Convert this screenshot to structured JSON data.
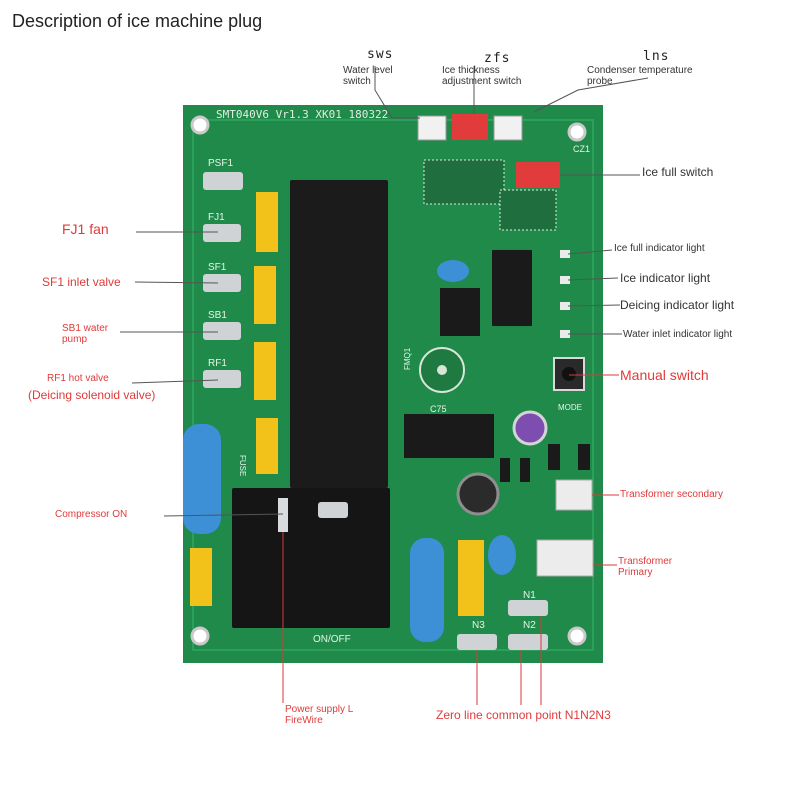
{
  "title": "Description of ice machine plug",
  "board_marking": "SMT040V6 Vr1.3 XK01 180322",
  "labels": {
    "sws_code": "sws",
    "sws_desc": "Water level switch",
    "zfs_code": "zfs",
    "zfs_desc": "Ice thickness adjustment switch",
    "lns_code": "lns",
    "lns_desc": "Condenser temperature probe",
    "ice_full_switch": "Ice full switch",
    "fj1": "FJ1 fan",
    "sf1": "SF1 inlet valve",
    "sb1": "SB1 water pump",
    "rf1_a": "RF1 hot valve",
    "rf1_b": "(Deicing solenoid valve)",
    "ice_full_light": "Ice full indicator light",
    "ice_light": "Ice indicator light",
    "deicing_light": "Deicing indicator light",
    "water_inlet_light": "Water inlet indicator light",
    "manual_switch": "Manual switch",
    "transformer_secondary": "Transformer secondary",
    "transformer_primary": "Transformer Primary",
    "compressor": "Compressor ON",
    "power_supply": "Power supply L FireWire",
    "zero_line": "Zero line common point N1N2N3"
  },
  "silk": {
    "psf1": "PSF1",
    "fj1": "FJ1",
    "sf1": "SF1",
    "sb1": "SB1",
    "rf1": "RF1",
    "n1": "N1",
    "n2": "N2",
    "n3": "N3",
    "onoff": "ON/OFF",
    "mode": "MODE",
    "fuse": "FUSE",
    "fmq": "FMQ1",
    "c75": "C75",
    "cz1": "CZ1"
  },
  "colors": {
    "pcb": "#1f8a4a",
    "pcb_dark": "#17703b",
    "relay": "#1b1b1b",
    "cap_yellow": "#f2c21b",
    "fuse_blue": "#3d8fd6",
    "label_red": "#e03a3a",
    "label_dark": "#333333"
  }
}
